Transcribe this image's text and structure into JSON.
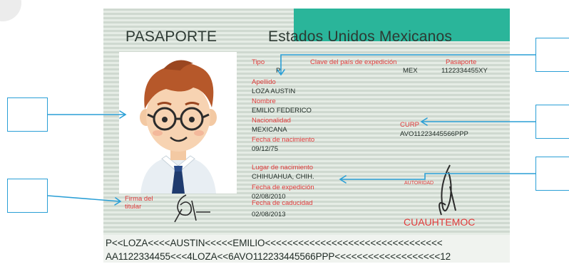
{
  "passport": {
    "doc_title": "PASAPORTE",
    "country": "Estados Unidos Mexicanos",
    "type_label": "Tipo",
    "type_value": "P",
    "issuing_country_label": "Clave del país de expedición",
    "issuing_country_value": "MEX",
    "passport_label": "Pasaporte",
    "passport_value": "1122334455XY",
    "surname_label": "Apellido",
    "surname_value": "LOZA AUSTIN",
    "name_label": "Nombre",
    "name_value": "EMILIO FEDERICO",
    "nationality_label": "Nacionalidad",
    "nationality_value": "MEXICANA",
    "birthdate_label": "Fecha de nacimiento",
    "birthdate_value": "09/12/75",
    "birthplace_label": "Lugar de nacimiento",
    "birthplace_value": "CHIHUAHUA, CHIH.",
    "issue_date_label": "Fecha de expedición",
    "issue_date_value": "02/08/2010",
    "expiry_date_label": "Fecha de caducidad",
    "expiry_date_value": "02/08/2013",
    "curp_label": "CURP",
    "curp_value": "AVO11223445566PPP",
    "signature_label_line1": "Firma del",
    "signature_label_line2": "titular",
    "authority_label": "AUTORIDAD",
    "authority_name": "CUAUHTEMOC",
    "mrz_line1": "P<<LOZA<<<<AUSTIN<<<<<EMILIO<<<<<<<<<<<<<<<<<<<<<<<<<<<<<<<<",
    "mrz_line2": "AA1122334455<<<4LOZA<<6AVO112233445566PPP<<<<<<<<<<<<<<<<<<<12"
  },
  "colors": {
    "callout_line": "#2a9fd6",
    "label_red": "#e03a3a",
    "teal_strip": "#2ab59a"
  },
  "icons": {
    "photo": "boy-with-glasses-illustration",
    "signature": "handwritten-signature",
    "authority_signature": "handwritten-authority-signature"
  }
}
